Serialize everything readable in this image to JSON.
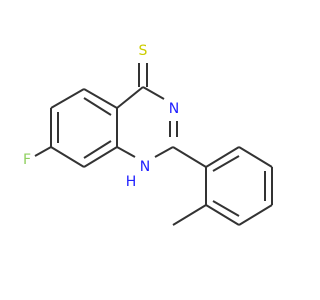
{
  "structure": {
    "atoms": {
      "S": "S",
      "F": "F",
      "N3": "N",
      "N1": "N",
      "H": "H"
    },
    "colors": {
      "bond": "#333333",
      "sulfur": "#cccc00",
      "fluorine": "#8fd05f",
      "nitrogen": "#2020ff"
    }
  }
}
